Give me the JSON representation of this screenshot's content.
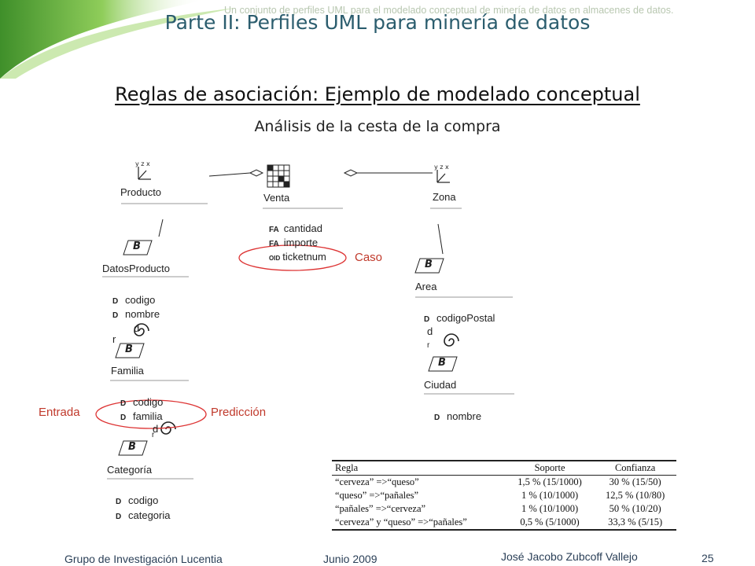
{
  "header": {
    "watermark": "Un conjunto de perfiles UML para el modelado conceptual de minería de datos en almacenes de datos.",
    "title": "Parte II: Perfiles UML para minería de datos"
  },
  "content": {
    "heading": "Reglas de asociación: Ejemplo de modelado conceptual",
    "subheading": "Análisis de la cesta de la compra"
  },
  "diagram": {
    "classes": {
      "producto": "Producto",
      "venta": "Venta",
      "zona": "Zona",
      "datos_producto": "DatosProducto",
      "familia": "Familia",
      "categoria": "Categoría",
      "area": "Area",
      "ciudad": "Ciudad"
    },
    "stereotypes": {
      "fa": "FA",
      "oid": "OID",
      "d": "D",
      "b": "B"
    },
    "venta_attrs": [
      "cantidad",
      "importe",
      "ticketnum"
    ],
    "datos_producto_attrs": [
      "codigo",
      "nombre"
    ],
    "familia_attrs": [
      "codigo",
      "familia"
    ],
    "categoria_attrs": [
      "codigo",
      "categoria"
    ],
    "area_attrs": [
      "codigoPostal"
    ],
    "ciudad_attrs": [
      "nombre"
    ],
    "roles": {
      "r": "r",
      "d": "d"
    },
    "annotations": {
      "caso": "Caso",
      "entrada": "Entrada",
      "prediccion": "Predicción"
    }
  },
  "table": {
    "headers": [
      "Regla",
      "Soporte",
      "Confianza"
    ],
    "rows": [
      [
        "“cerveza” =>“queso”",
        "1,5 % (15/1000)",
        "30 % (15/50)"
      ],
      [
        "“queso” =>“pañales”",
        "1 % (10/1000)",
        "12,5 % (10/80)"
      ],
      [
        "“pañales” =>“cerveza”",
        "1 % (10/1000)",
        "50 % (10/20)"
      ],
      [
        "“cerveza” y “queso” =>“pañales”",
        "0,5 % (5/1000)",
        "33,3 % (5/15)"
      ]
    ]
  },
  "footer": {
    "group": "Grupo de Investigación Lucentia",
    "date": "Junio  2009",
    "author": "José Jacobo Zubcoff Vallejo",
    "page": "25"
  },
  "colors": {
    "title": "#2b5d6e",
    "annotation": "#c0392b",
    "swoosh": "#5aa832"
  }
}
